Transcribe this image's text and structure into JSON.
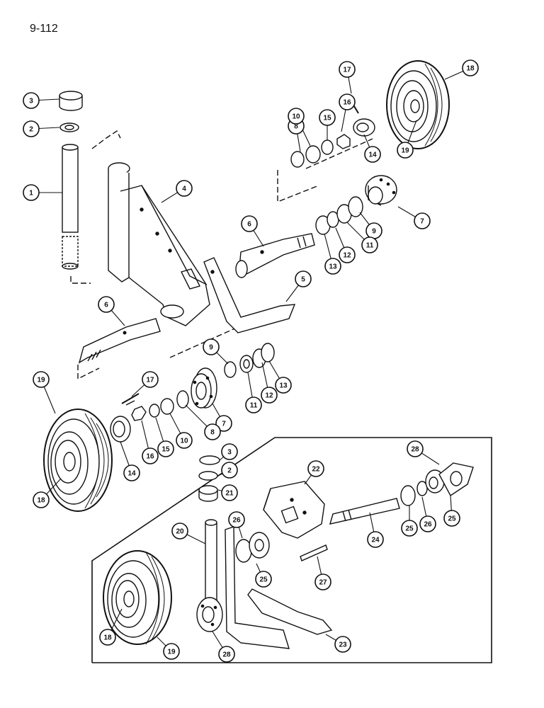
{
  "page": {
    "number": "9-112"
  },
  "callouts": [
    "1",
    "2",
    "3",
    "4",
    "5",
    "6",
    "6",
    "7",
    "7",
    "8",
    "8",
    "9",
    "9",
    "10",
    "10",
    "11",
    "11",
    "12",
    "12",
    "13",
    "13",
    "14",
    "14",
    "15",
    "15",
    "16",
    "16",
    "17",
    "17",
    "18",
    "18",
    "18",
    "19",
    "19",
    "19",
    "2",
    "3",
    "20",
    "21",
    "22",
    "23",
    "24",
    "25",
    "25",
    "25",
    "26",
    "26",
    "27",
    "28",
    "28"
  ],
  "colors": {
    "ink": "#111111",
    "paper": "#ffffff",
    "tire": "#222222"
  }
}
